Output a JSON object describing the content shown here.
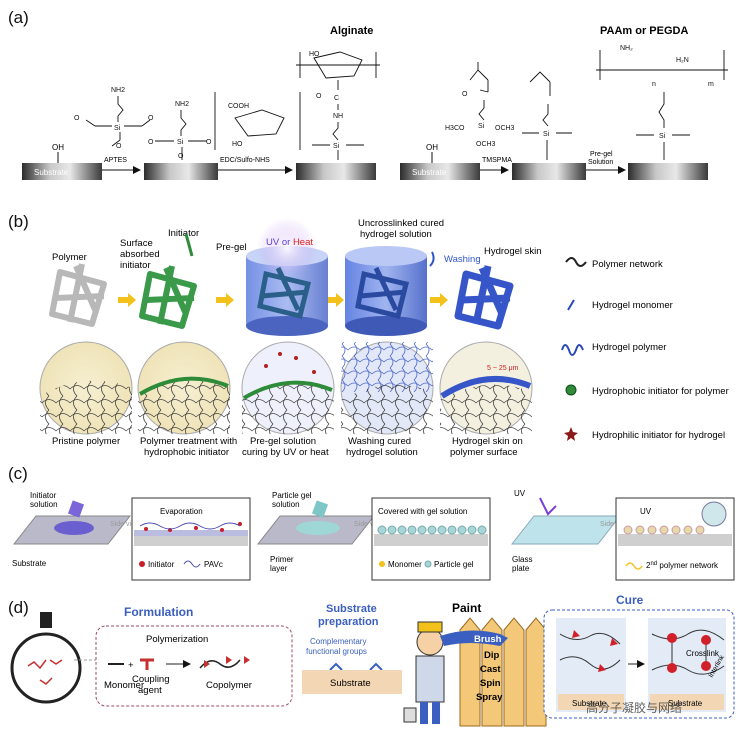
{
  "panel_a": {
    "label": "(a)",
    "alginate_title": "Alginate",
    "paam_title": "PAAm or PEGDA",
    "substrate": "Substrate",
    "oh": "OH",
    "aptes": "APTES",
    "edc": "EDC/Sulfo-NHS",
    "tmspma": "TMSPMA",
    "pregel": "Pre-gel",
    "solution": "Solution",
    "nh2": "NH2",
    "cooh": "COOH",
    "h3co": "H3CO",
    "och3": "OCH3",
    "ho": "HO",
    "n_sub": "n",
    "m_sub": "m"
  },
  "panel_b": {
    "label": "(b)",
    "steps": [
      {
        "top": "Polymer",
        "bottom": "Pristine polymer"
      },
      {
        "top": "Surface absorbed initiator",
        "top2": "Initiator",
        "bottom": "Polymer treatment with hydrophobic initiator"
      },
      {
        "top": "Pre-gel",
        "bottom": "Pre-gel solution curing by UV or heat"
      },
      {
        "top": "Uncrosslinked cured hydrogel solution",
        "bottom": "Washing cured hydrogel solution"
      },
      {
        "top": "Hydrogel skin",
        "bottom": "Hydrogel skin on polymer surface"
      }
    ],
    "uv_or": "UV or ",
    "heat": "Heat",
    "washing": "Washing",
    "thickness": "5 ~ 25 μm",
    "legend": [
      {
        "label": "Polymer network",
        "icon": "polymer-network-icon"
      },
      {
        "label": "Hydrogel monomer",
        "icon": "hydrogel-monomer-icon"
      },
      {
        "label": "Hydrogel polymer",
        "icon": "hydrogel-polymer-icon"
      },
      {
        "label": "Hydrophobic initiator for polymer",
        "icon": "hydrophobic-initiator-icon"
      },
      {
        "label": "Hydrophilic initiator for hydrogel",
        "icon": "hydrophilic-initiator-icon"
      }
    ],
    "colors": {
      "polymer": "#c8c8c8",
      "initiator": "#3a9a4a",
      "hydrogel": "#4f6fd0",
      "uv": "#5b3fd9",
      "heat": "#e02020"
    }
  },
  "panel_c": {
    "label": "(c)",
    "initiator_solution": "Initiator solution",
    "evaporation": "Evaporation",
    "substrate": "Substrate",
    "side_view": "Side view",
    "legend1": [
      "Initiator",
      "PAVc"
    ],
    "particle_gel_solution": "Particle gel solution",
    "covered": "Covered with gel solution",
    "primer_layer": "Primer layer",
    "legend2": [
      "Monomer",
      "Particle gel"
    ],
    "uv": "UV",
    "glass_plate": "Glass plate",
    "second_network_pre": "2",
    "second_network_sup": "nd",
    "second_network_post": " polymer network"
  },
  "panel_d": {
    "label": "(d)",
    "formulation": "Formulation",
    "polymerization": "Polymerization",
    "monomer": "Monomer",
    "coupling_agent": "Coupling agent",
    "copolymer": "Copolymer",
    "substrate_prep": "Substrate preparation",
    "complementary": "Complementary functional groups",
    "substrate": "Substrate",
    "paint": "Paint",
    "methods": [
      "Brush",
      "Dip",
      "Cast",
      "Spin",
      "Spray"
    ],
    "cure": "Cure",
    "crosslink": "Crosslink",
    "interlink": "Interlink",
    "watermark": "高分子凝胶与网络"
  }
}
